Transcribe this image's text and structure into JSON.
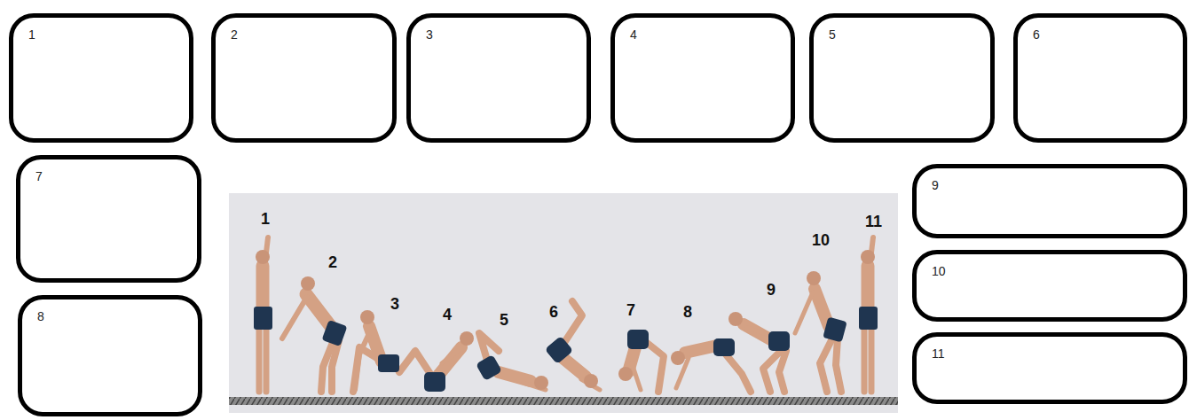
{
  "diagram": {
    "nodes": [
      {
        "text": [
          "1"
        ]
      },
      {
        "text": [
          "2"
        ]
      },
      {
        "text": [
          "3"
        ]
      },
      {
        "text": [
          "4"
        ]
      },
      {
        "text": [
          "5"
        ]
      },
      {
        "text": [
          "6"
        ]
      },
      {
        "text": [
          "7"
        ]
      },
      {
        "text": [
          "8"
        ]
      },
      {
        "text": [
          "9"
        ]
      },
      {
        "text": [
          "10"
        ]
      },
      {
        "text": [
          "11"
        ]
      }
    ],
    "labels": [
      "1",
      "2",
      "3",
      "4",
      "5",
      "6",
      "7",
      "8",
      "9",
      "10",
      "11"
    ]
  }
}
